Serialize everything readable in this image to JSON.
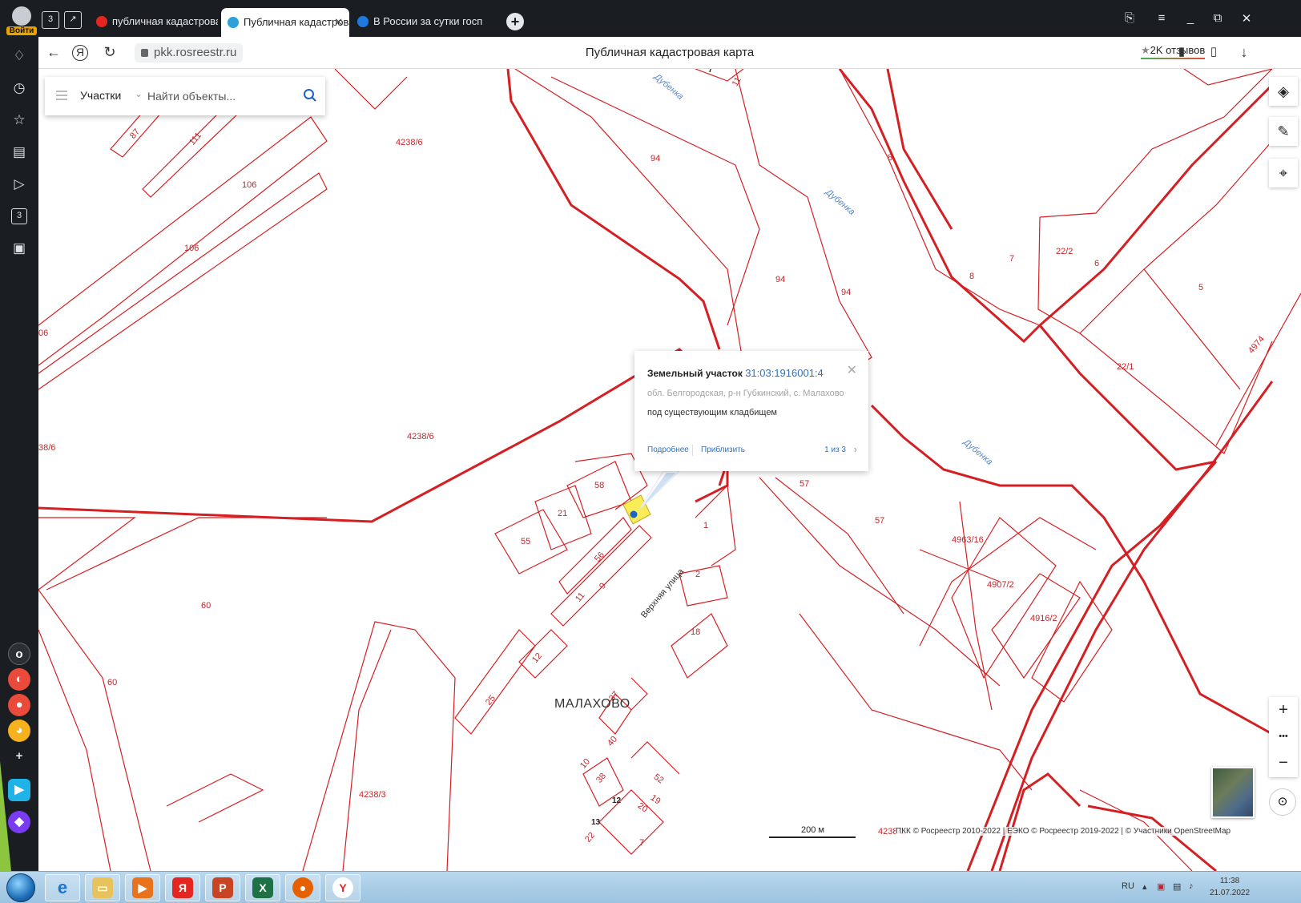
{
  "browser": {
    "login_label": "Войти",
    "tab_counter": "3",
    "tabs": [
      {
        "label": "публичная кадастровая к",
        "icon_color": "#e52620"
      },
      {
        "label": "Публичная кадастрова",
        "icon_color": "#2aa2d9",
        "active": true
      },
      {
        "label": "В России за сутки госпита",
        "icon_color": "#1c7ae0"
      }
    ],
    "new_tab_label": "+",
    "close_tab_label": "✕",
    "window_buttons": [
      "⎘",
      "≡",
      "_",
      "⧉",
      "✕"
    ],
    "url": "pkk.rosreestr.ru",
    "page_title": "Публичная кадастровая карта",
    "reviews_label": "2K отзывов",
    "sidebar_icons": [
      "bell-icon",
      "history-icon",
      "star-icon",
      "notes-icon",
      "play-icon",
      "counter-icon",
      "camera-icon"
    ],
    "sidebar_counter": "3"
  },
  "search": {
    "category": "Участки",
    "placeholder": "Найти объекты..."
  },
  "popup": {
    "type_label": "Земельный участок",
    "cadastral_number": "31:03:1916001:4",
    "address": "обл. Белгородская, р-н Губкинский, с. Малахово",
    "usage": "под существующим кладбищем",
    "more_label": "Подробнее",
    "zoom_label": "Приблизить",
    "pager": "1 из 3",
    "close": "✕",
    "next": "›"
  },
  "map": {
    "village": "МАЛАХОВО",
    "street": "Верхняя улица",
    "waterways": [
      {
        "text": "Дубенка"
      },
      {
        "text": "Дубенка"
      },
      {
        "text": "Дубенка"
      }
    ],
    "parcel_labels": [
      "4238/6",
      "106",
      "106",
      "94",
      "94",
      "94",
      "8",
      "8",
      "7",
      "22/2",
      "6",
      "5",
      "22/1",
      "4974",
      "4238/6",
      "38/6",
      "06",
      "58",
      "21",
      "55",
      "56",
      "11",
      "9",
      "57",
      "57",
      "1",
      "2",
      "18",
      "4963/16",
      "4907/2",
      "4916/2",
      "60",
      "60",
      "12",
      "25",
      "37",
      "40",
      "10",
      "38",
      "52",
      "19",
      "20",
      "22",
      "7",
      "4238/3",
      "4238/2",
      "87",
      "111",
      "11"
    ],
    "black_numbers": [
      "7",
      "12",
      "13"
    ],
    "scale_label": "200 м",
    "attribution": "ПКК © Росреестр 2010-2022 | ЕЭКО © Росреестр 2019-2022 | © Участники OpenStreetMap",
    "toolbar_icons": [
      "layers-icon",
      "ruler-icon",
      "locate-icon"
    ],
    "zoom_in": "+",
    "zoom_more": "•••",
    "zoom_out": "−",
    "compass": "⊙"
  },
  "taskbar": {
    "apps": [
      "ie-icon",
      "explorer-icon",
      "media-player-icon",
      "yandex-icon",
      "powerpoint-icon",
      "excel-icon",
      "firefox-icon",
      "yandex-browser-icon"
    ],
    "lang": "RU",
    "time": "11:38",
    "date": "21.07.2022"
  }
}
